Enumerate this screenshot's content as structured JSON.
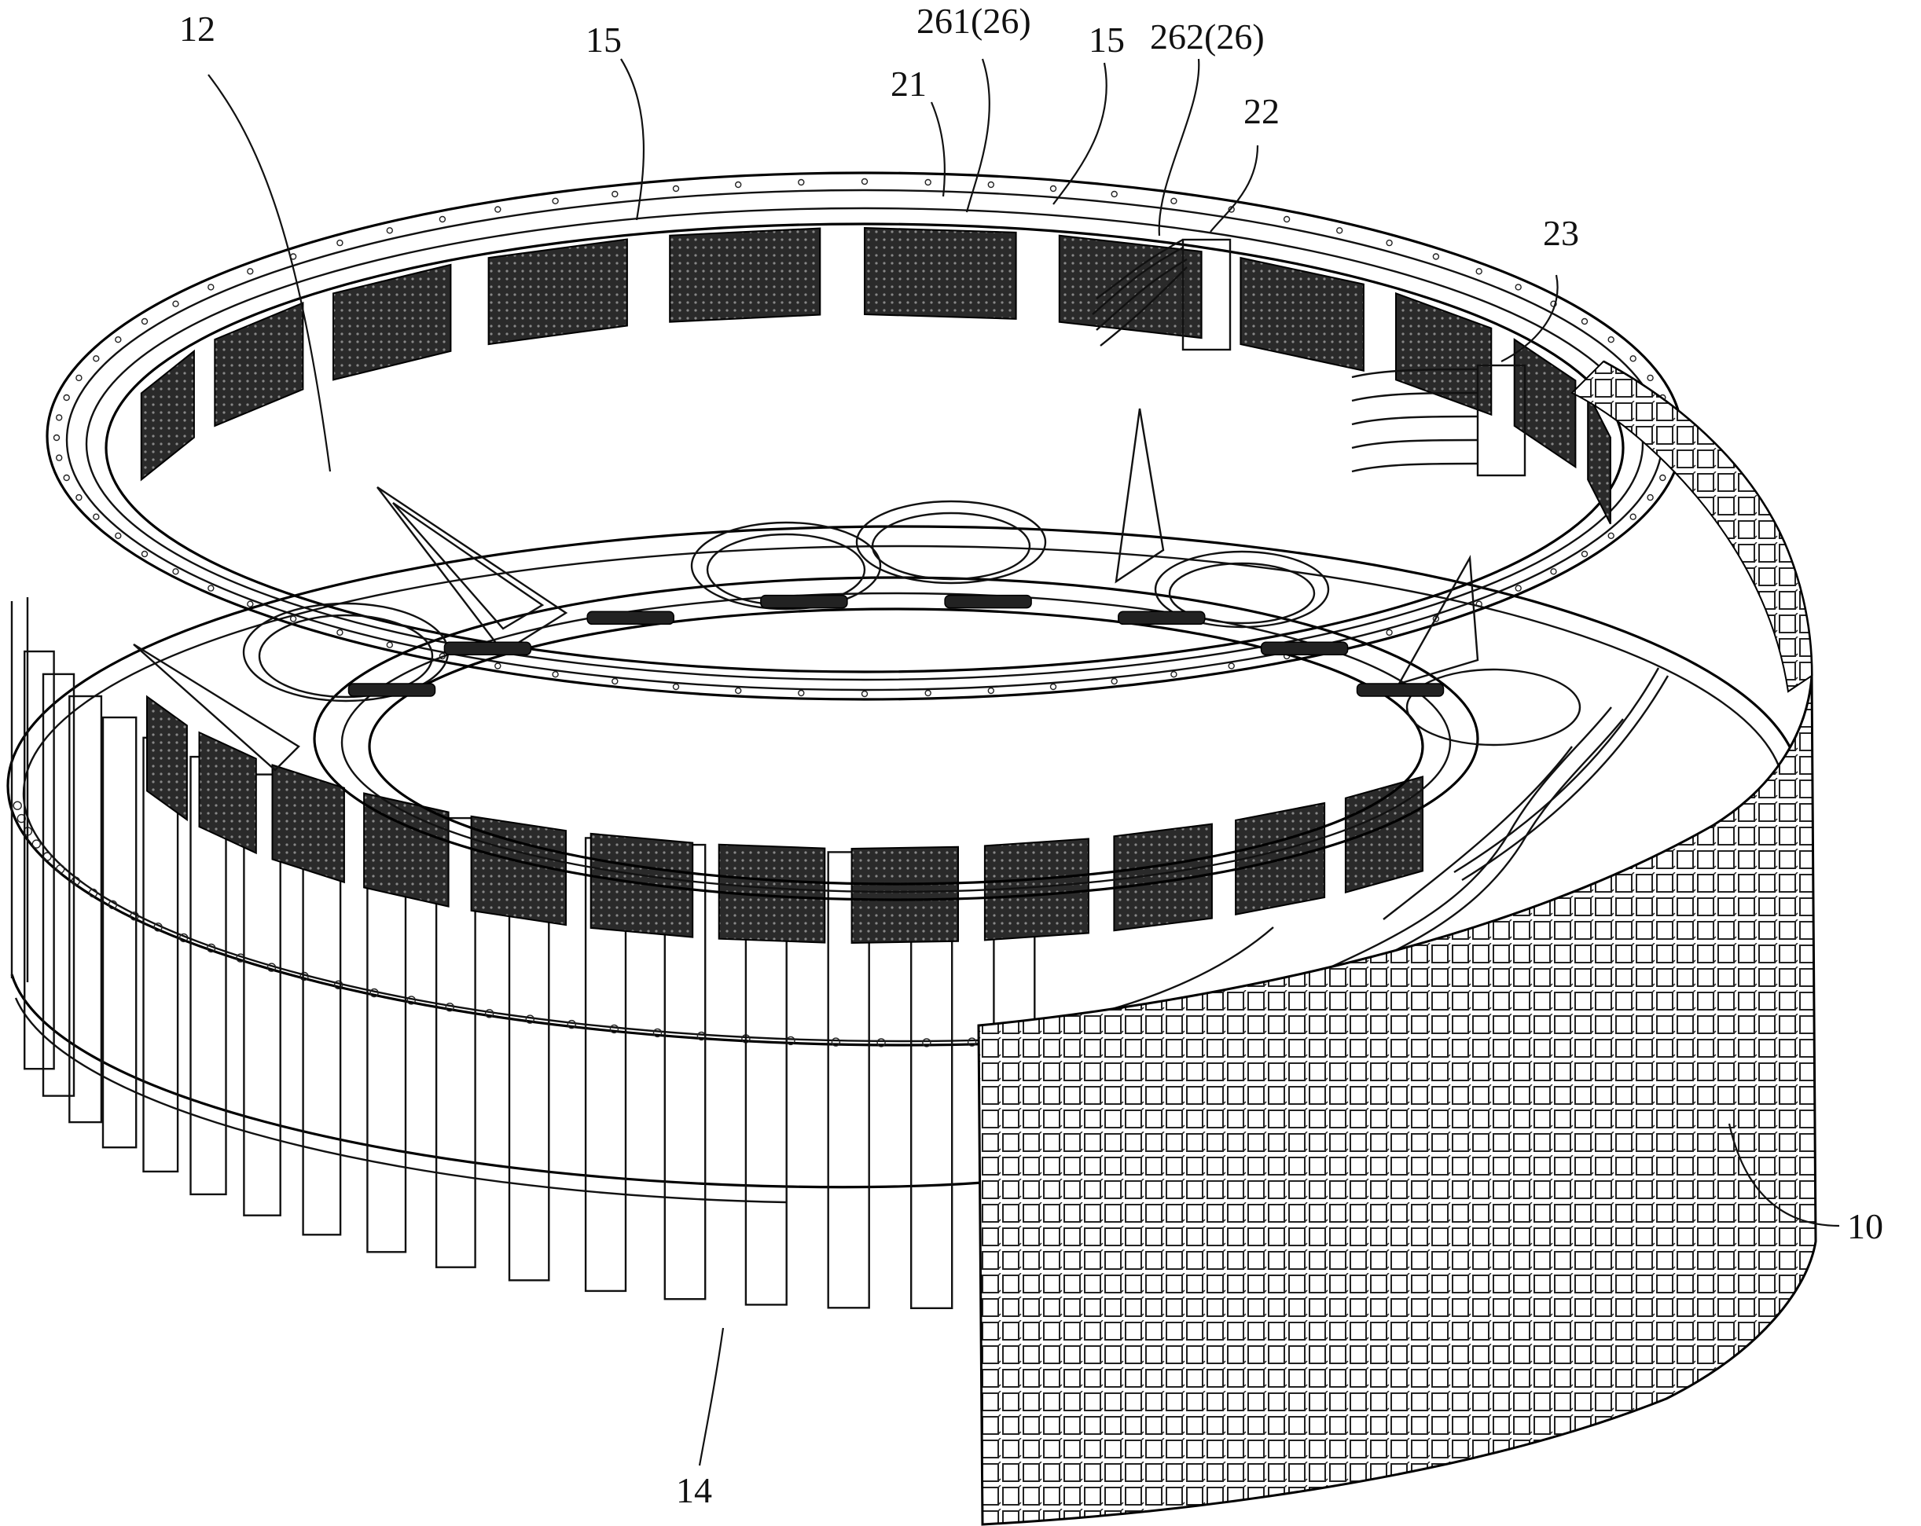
{
  "figure": {
    "reference_labels": [
      {
        "id": "label-12",
        "text": "12"
      },
      {
        "id": "label-15-left",
        "text": "15"
      },
      {
        "id": "label-21",
        "text": "21"
      },
      {
        "id": "label-261",
        "text": "261(26)"
      },
      {
        "id": "label-15-right",
        "text": "15"
      },
      {
        "id": "label-262",
        "text": "262(26)"
      },
      {
        "id": "label-22",
        "text": "22"
      },
      {
        "id": "label-23",
        "text": "23"
      },
      {
        "id": "label-10",
        "text": "10"
      },
      {
        "id": "label-14",
        "text": "14"
      }
    ]
  }
}
